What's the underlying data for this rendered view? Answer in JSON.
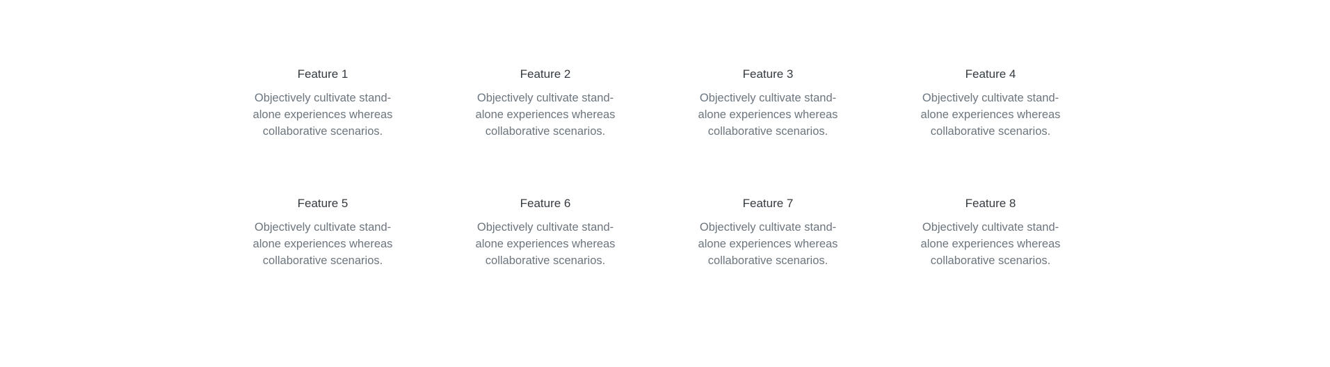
{
  "features": {
    "items": [
      {
        "title": "Feature 1",
        "description": "Objectively cultivate stand-alone experiences whereas collaborative scenarios."
      },
      {
        "title": "Feature 2",
        "description": "Objectively cultivate stand-alone experiences whereas collaborative scenarios."
      },
      {
        "title": "Feature 3",
        "description": "Objectively cultivate stand-alone experiences whereas collaborative scenarios."
      },
      {
        "title": "Feature 4",
        "description": "Objectively cultivate stand-alone experiences whereas collaborative scenarios."
      },
      {
        "title": "Feature 5",
        "description": "Objectively cultivate stand-alone experiences whereas collaborative scenarios."
      },
      {
        "title": "Feature 6",
        "description": "Objectively cultivate stand-alone experiences whereas collaborative scenarios."
      },
      {
        "title": "Feature 7",
        "description": "Objectively cultivate stand-alone experiences whereas collaborative scenarios."
      },
      {
        "title": "Feature 8",
        "description": "Objectively cultivate stand-alone experiences whereas collaborative scenarios."
      }
    ]
  },
  "colors": {
    "background": "#ffffff",
    "title": "#343a40",
    "text": "#6c757d"
  }
}
